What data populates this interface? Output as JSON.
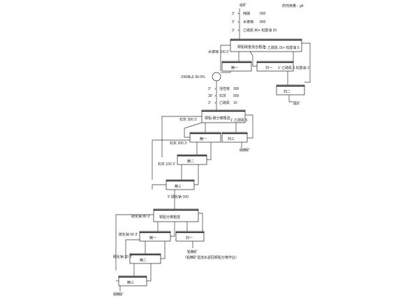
{
  "header": {
    "feed": "给矿",
    "dosage_unit": "药剂用量：g/t"
  },
  "reagents_top": [
    {
      "time": "3'",
      "name": "纯碱",
      "dose": "600"
    },
    {
      "time": "3'",
      "name": "水玻璃",
      "dose": "800"
    },
    {
      "time": "3'",
      "name": "乙硫氮 80+ 松醇油 20",
      "dose": ""
    }
  ],
  "rougher_bulk": {
    "label": "铜铅硫金混合粗选",
    "left_reagent": "水玻璃 100 3'",
    "right_reagent": "1' 乙硫氮 15+ 松醇油 5"
  },
  "regrind": "-200目占 90.0%",
  "cleaner1": "精一",
  "scav1": "扫一",
  "scav1_reagent": "1' 乙硫氮 5 松醇油 2",
  "scav2": "扫二",
  "tailings1": "尾矿",
  "reagents_mid": [
    {
      "time": "3'",
      "name": "活性炭",
      "dose": "300"
    },
    {
      "time": "30'",
      "name": "石灰",
      "dose": "500"
    },
    {
      "time": "3'",
      "name": "乙硫氮",
      "dose": "10"
    }
  ],
  "cu_pb_s_sep": {
    "label": "铜铅-硫分离粗选",
    "left_reagent": "石灰 300 3'",
    "right_reagent": "1' 乙硫氮 5"
  },
  "sep_cleaner1": "精一",
  "sep_scav": "扫三",
  "sulfur_conc": "硫精矿",
  "lime_c2": "石灰 200 3'",
  "sep_cleaner2": "精二",
  "lime_c3": "石灰 100 3'",
  "sep_cleaner3": "精三",
  "cleaner3b": "精三",
  "sodium_sulfide_feed": "5' 硫化钠 100",
  "cu_pb_sep": {
    "label": "铜铅分离粗选",
    "left_reagent": "硫化钠 80 3'"
  },
  "final_cleaner1": "精一",
  "final_scav": "扫一",
  "na2s_c2": "硫化钠 50 3'",
  "final_cleaner2": "精二",
  "na2s_c3": "硫化钠 30 3'",
  "final_cleaner3": "精三",
  "lead_conc": "铅精矿",
  "lead_conc_note": "（铅精矿溢流水返回铜铅分离作业）",
  "copper_conc": "铜精矿"
}
